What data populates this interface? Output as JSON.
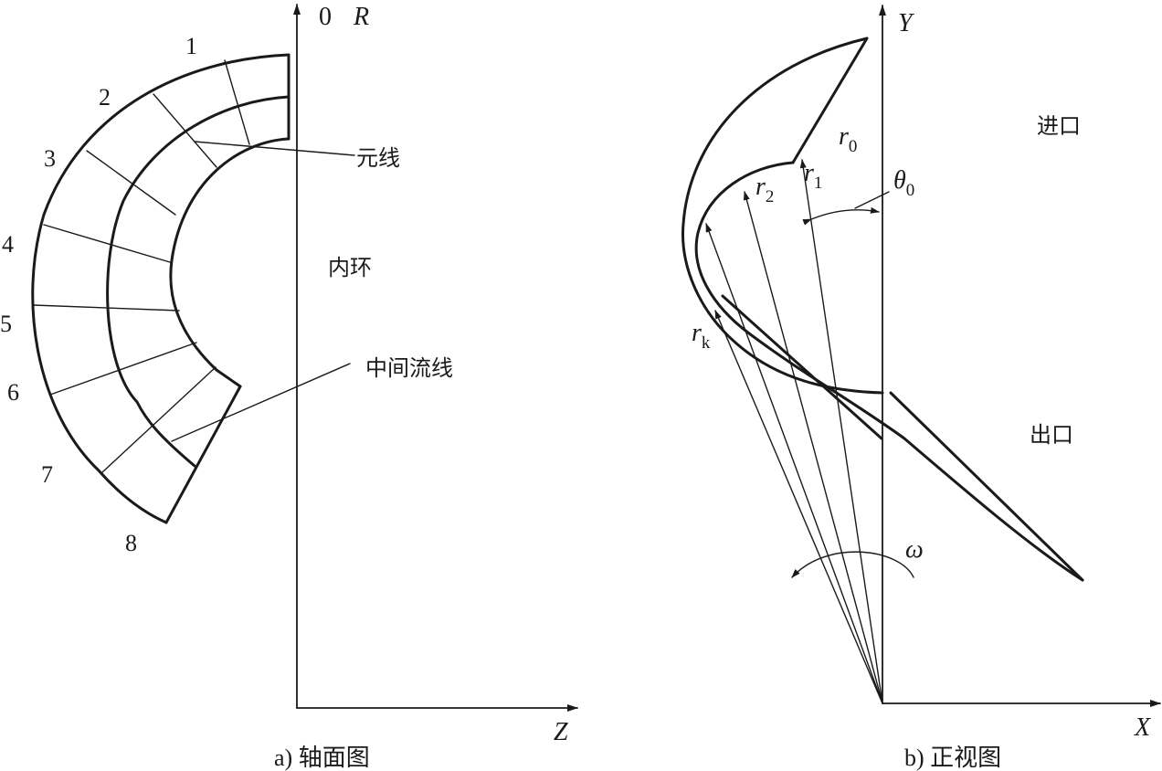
{
  "panel_a": {
    "axis_origin": "0",
    "axis_vertical": "R",
    "axis_horizontal": "Z",
    "station_numbers": [
      "1",
      "2",
      "3",
      "4",
      "5",
      "6",
      "7",
      "8"
    ],
    "label_element_line": "元线",
    "label_inner_ring": "内环",
    "label_mid_streamline": "中间流线",
    "caption": "a) 轴面图"
  },
  "panel_b": {
    "axis_vertical": "Y",
    "axis_horizontal": "X",
    "r0": {
      "main": "r",
      "sub": "0"
    },
    "r1": {
      "main": "r",
      "sub": "1"
    },
    "r2": {
      "main": "r",
      "sub": "2"
    },
    "rk": {
      "main": "r",
      "sub": "k"
    },
    "theta0": {
      "main": "θ",
      "sub": "0"
    },
    "omega": "ω",
    "label_inlet": "进口",
    "label_outlet": "出口",
    "caption": "b) 正视图"
  }
}
